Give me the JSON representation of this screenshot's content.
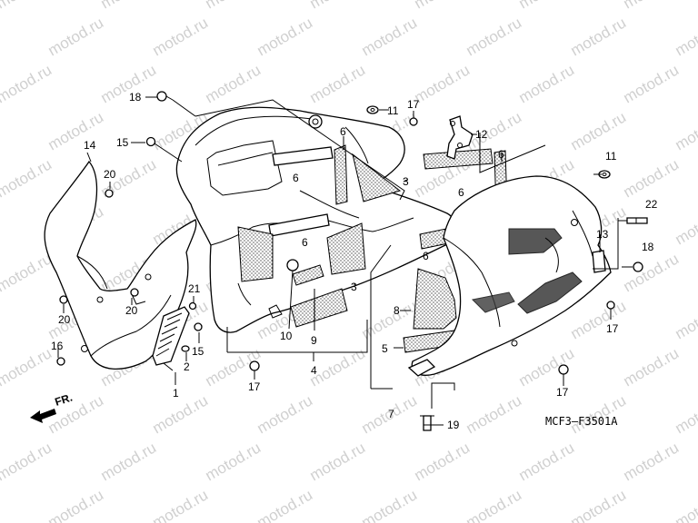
{
  "watermark": {
    "text": "motod.ru"
  },
  "diagram_code": "MCF3–F3501A",
  "front_arrow": "FR.",
  "callouts": {
    "c1": "1",
    "c2": "2",
    "c3a": "3",
    "c3b": "3",
    "c4": "4",
    "c5": "5",
    "c6a": "6",
    "c6b": "6",
    "c6c": "6",
    "c6d": "6",
    "c6e": "6",
    "c7": "7",
    "c8": "8",
    "c9": "9",
    "c10": "10",
    "c11a": "11",
    "c11b": "11",
    "c12": "12",
    "c13": "13",
    "c14": "14",
    "c15a": "15",
    "c15b": "15",
    "c16": "16",
    "c17a": "17",
    "c17b": "17",
    "c17c": "17",
    "c17d": "17",
    "c18a": "18",
    "c18b": "18",
    "c19": "19",
    "c20a": "20",
    "c20b": "20",
    "c20c": "20",
    "c21": "21",
    "c22": "22"
  }
}
